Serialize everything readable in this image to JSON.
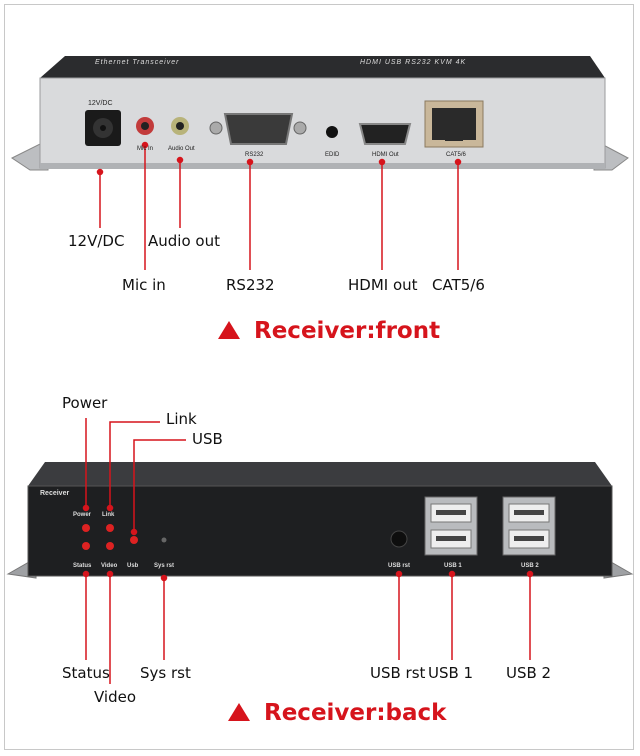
{
  "front": {
    "title": "Receiver:front",
    "top_left_text": "Ethernet Transceiver",
    "top_right_text": "HDMI USB RS232 KVM 4K",
    "silk": {
      "dc": "12V/DC",
      "mic": "Mic In",
      "audio": "Audio Out",
      "rs232": "RS232",
      "edid": "EDID",
      "hdmi": "HDMI Out",
      "cat": "CAT5/6"
    },
    "callouts": {
      "dc": "12V/DC",
      "audio": "Audio out",
      "mic": "Mic in",
      "rs232": "RS232",
      "hdmi": "HDMI out",
      "cat": "CAT5/6"
    }
  },
  "back": {
    "title": "Receiver:back",
    "brand_text": "Receiver",
    "silk": {
      "power": "Power",
      "link": "Link",
      "status": "Status",
      "video": "Video",
      "usb": "Usb",
      "sysrst": "Sys rst",
      "usbrst": "USB rst",
      "usb1": "USB 1",
      "usb2": "USB 2"
    },
    "callouts": {
      "power": "Power",
      "link": "Link",
      "usb": "USB",
      "status": "Status",
      "video": "Video",
      "sysrst": "Sys rst",
      "usbrst": "USB rst",
      "usb1": "USB 1",
      "usb2": "USB 2"
    }
  },
  "colors": {
    "accent": "#d6141c",
    "front_panel": "#d9dadc",
    "back_panel": "#1e1f21"
  }
}
